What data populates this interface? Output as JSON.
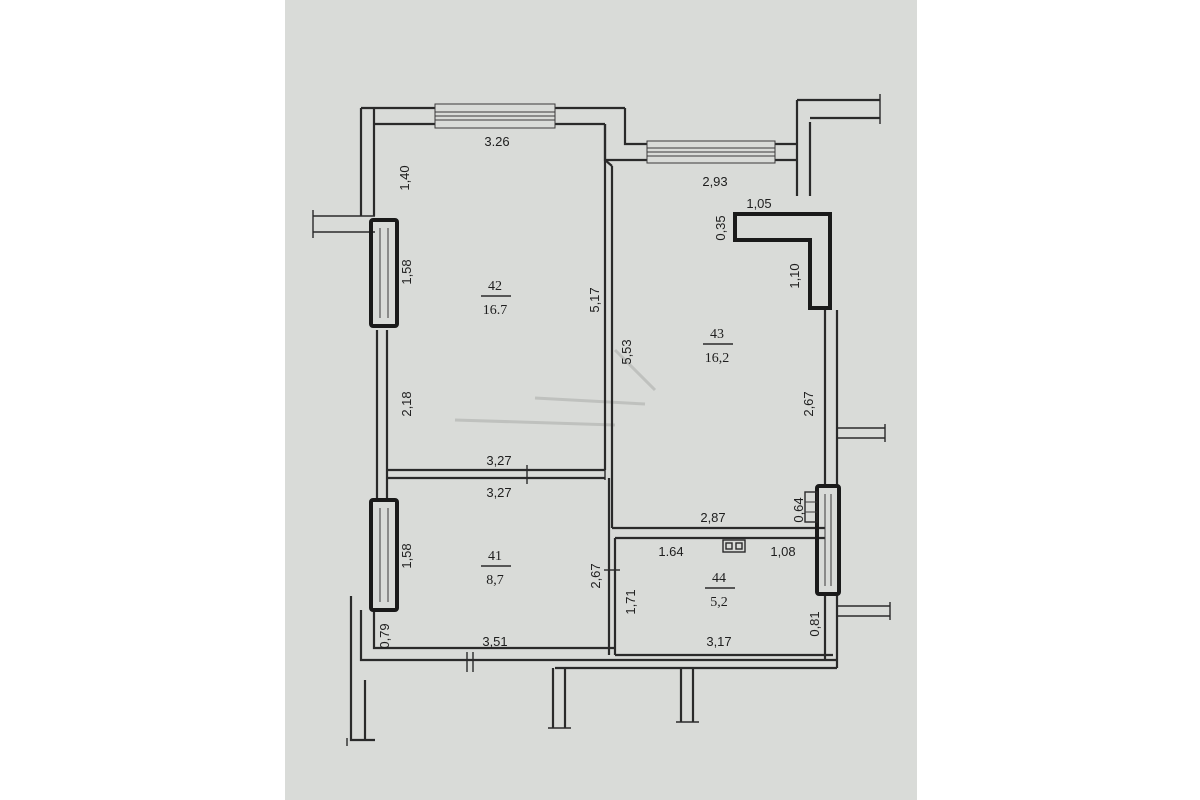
{
  "rooms": [
    {
      "id": "room-42",
      "number": "42",
      "area": "16.7"
    },
    {
      "id": "room-43",
      "number": "43",
      "area": "16,2"
    },
    {
      "id": "room-41",
      "number": "41",
      "area": "8,7"
    },
    {
      "id": "room-44",
      "number": "44",
      "area": "5,2"
    }
  ],
  "dimensions": {
    "r42_top": "3.26",
    "r42_left_top": "1,40",
    "r42_window": "1,58",
    "r42_left_bottom": "2,18",
    "r42_right": "5,17",
    "r42_bottom": "3,27",
    "r41_top": "3,27",
    "r41_window": "1,58",
    "r41_left_bottom": "0,79",
    "r41_bottom": "3,51",
    "r41_right": "2,67",
    "r43_top": "2,93",
    "r43_niche_width": "1,05",
    "r43_niche_depth": "0,35",
    "r43_right_top": "1,10",
    "r43_left": "5,53",
    "r43_right_mid": "2,67",
    "r43_bottom": "2,87",
    "r43_window": "0,64",
    "r44_top_left": "1.64",
    "r44_top_right": "1,08",
    "r44_left": "1,71",
    "r44_bottom": "3,17",
    "r44_right": "0,81"
  }
}
